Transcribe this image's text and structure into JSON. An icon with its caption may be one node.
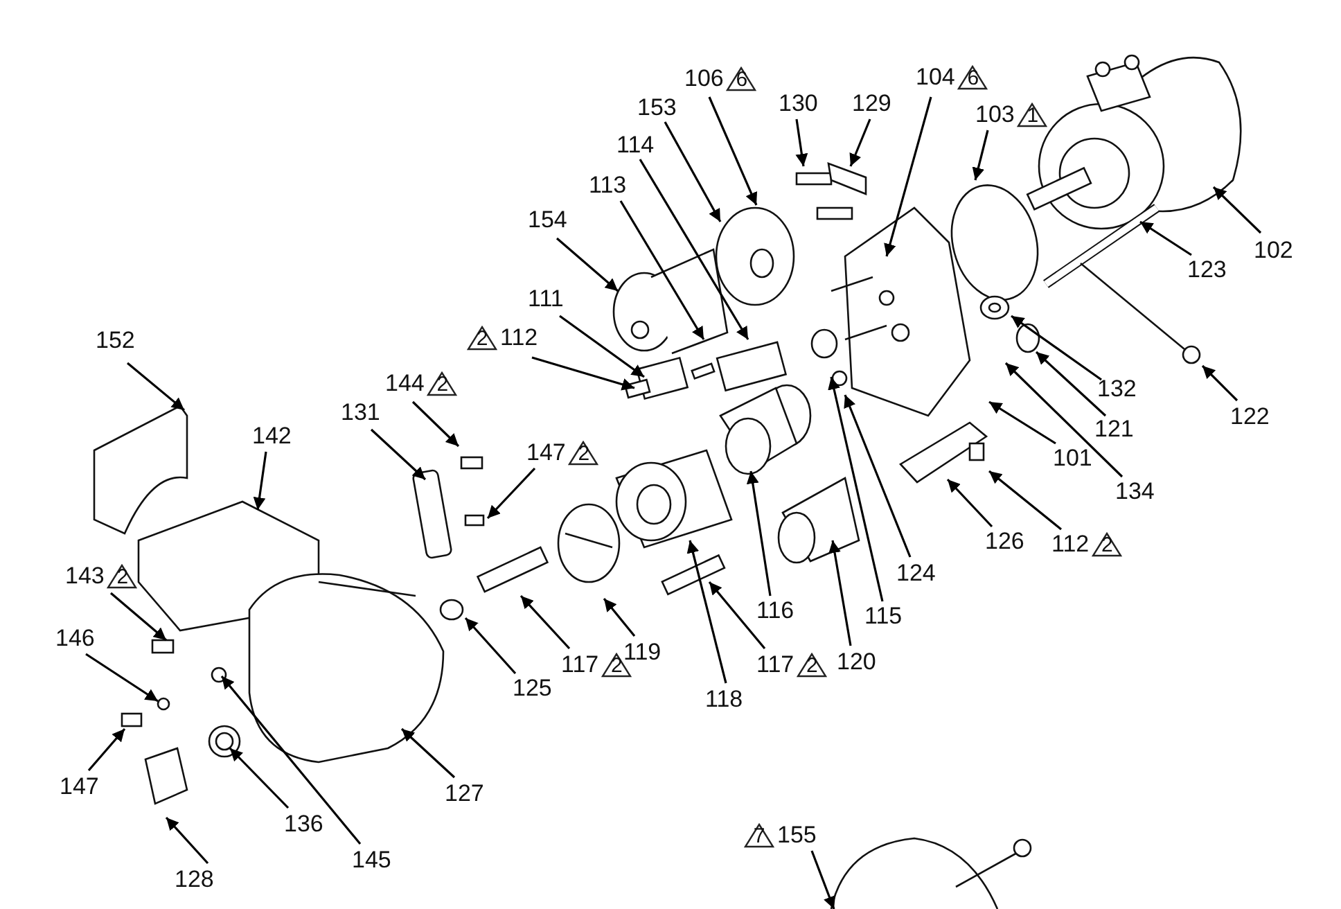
{
  "diagram": {
    "nodes": [
      {
        "text": [
          "104",
          "6"
        ]
      },
      {
        "text": [
          "106",
          "6"
        ]
      },
      {
        "text": [
          "130"
        ]
      },
      {
        "text": [
          "129"
        ]
      },
      {
        "text": [
          "153"
        ]
      },
      {
        "text": [
          "103",
          "1"
        ]
      },
      {
        "text": [
          "114"
        ]
      },
      {
        "text": [
          "113"
        ]
      },
      {
        "text": [
          "154"
        ]
      },
      {
        "text": [
          "102"
        ]
      },
      {
        "text": [
          "123"
        ]
      },
      {
        "text": [
          "111"
        ]
      },
      {
        "text": [
          "2",
          "112"
        ]
      },
      {
        "text": [
          "152"
        ]
      },
      {
        "text": [
          "132"
        ]
      },
      {
        "text": [
          "144",
          "2"
        ]
      },
      {
        "text": [
          "122"
        ]
      },
      {
        "text": [
          "131"
        ]
      },
      {
        "text": [
          "147",
          "2"
        ]
      },
      {
        "text": [
          "121"
        ]
      },
      {
        "text": [
          "142"
        ]
      },
      {
        "text": [
          "101"
        ]
      },
      {
        "text": [
          "134"
        ]
      },
      {
        "text": [
          "126"
        ]
      },
      {
        "text": [
          "112",
          "2"
        ]
      },
      {
        "text": [
          "124"
        ]
      },
      {
        "text": [
          "143",
          "2"
        ]
      },
      {
        "text": [
          "116"
        ]
      },
      {
        "text": [
          "115"
        ]
      },
      {
        "text": [
          "146"
        ]
      },
      {
        "text": [
          "119"
        ]
      },
      {
        "text": [
          "120"
        ]
      },
      {
        "text": [
          "117",
          "2"
        ]
      },
      {
        "text": [
          "117",
          "2"
        ]
      },
      {
        "text": [
          "125"
        ]
      },
      {
        "text": [
          "118"
        ]
      },
      {
        "text": [
          "147"
        ]
      },
      {
        "text": [
          "127"
        ]
      },
      {
        "text": [
          "136"
        ]
      },
      {
        "text": [
          "7",
          "155"
        ]
      },
      {
        "text": [
          "145"
        ]
      },
      {
        "text": [
          "128"
        ]
      }
    ],
    "edges": [
      {
        "from": 0,
        "to": null,
        "arrow": "to"
      },
      {
        "from": 1,
        "to": null,
        "arrow": "to"
      },
      {
        "from": 2,
        "to": null,
        "arrow": "to"
      },
      {
        "from": 3,
        "to": null,
        "arrow": "to"
      },
      {
        "from": 4,
        "to": null,
        "arrow": "to"
      },
      {
        "from": 5,
        "to": null,
        "arrow": "to"
      },
      {
        "from": 6,
        "to": null,
        "arrow": "to"
      },
      {
        "from": 7,
        "to": null,
        "arrow": "to"
      },
      {
        "from": 8,
        "to": null,
        "arrow": "to"
      },
      {
        "from": 9,
        "to": null,
        "arrow": "to"
      },
      {
        "from": 10,
        "to": null,
        "arrow": "to"
      },
      {
        "from": 11,
        "to": null,
        "arrow": "to"
      },
      {
        "from": 12,
        "to": null,
        "arrow": "to"
      },
      {
        "from": 13,
        "to": null,
        "arrow": "to"
      },
      {
        "from": 14,
        "to": null,
        "arrow": "to"
      },
      {
        "from": 15,
        "to": null,
        "arrow": "to"
      },
      {
        "from": 16,
        "to": null,
        "arrow": "to"
      },
      {
        "from": 17,
        "to": null,
        "arrow": "to"
      },
      {
        "from": 18,
        "to": null,
        "arrow": "to"
      },
      {
        "from": 19,
        "to": null,
        "arrow": "to"
      },
      {
        "from": 20,
        "to": null,
        "arrow": "to"
      },
      {
        "from": 21,
        "to": null,
        "arrow": "to"
      },
      {
        "from": 22,
        "to": null,
        "arrow": "to"
      },
      {
        "from": 23,
        "to": null,
        "arrow": "to"
      },
      {
        "from": 24,
        "to": null,
        "arrow": "to"
      },
      {
        "from": 25,
        "to": null,
        "arrow": "to"
      },
      {
        "from": 26,
        "to": null,
        "arrow": "to"
      },
      {
        "from": 27,
        "to": null,
        "arrow": "to"
      },
      {
        "from": 28,
        "to": null,
        "arrow": "to"
      },
      {
        "from": 29,
        "to": null,
        "arrow": "to"
      },
      {
        "from": 30,
        "to": null,
        "arrow": "to"
      },
      {
        "from": 31,
        "to": null,
        "arrow": "to"
      },
      {
        "from": 32,
        "to": null,
        "arrow": "to"
      },
      {
        "from": 33,
        "to": null,
        "arrow": "to"
      },
      {
        "from": 34,
        "to": null,
        "arrow": "to"
      },
      {
        "from": 35,
        "to": null,
        "arrow": "to"
      },
      {
        "from": 36,
        "to": null,
        "arrow": "to"
      },
      {
        "from": 37,
        "to": null,
        "arrow": "to"
      },
      {
        "from": 38,
        "to": null,
        "arrow": "to"
      },
      {
        "from": 39,
        "to": null,
        "arrow": "to"
      },
      {
        "from": 40,
        "to": null,
        "arrow": "to"
      },
      {
        "from": 41,
        "to": null,
        "arrow": "to"
      }
    ]
  }
}
